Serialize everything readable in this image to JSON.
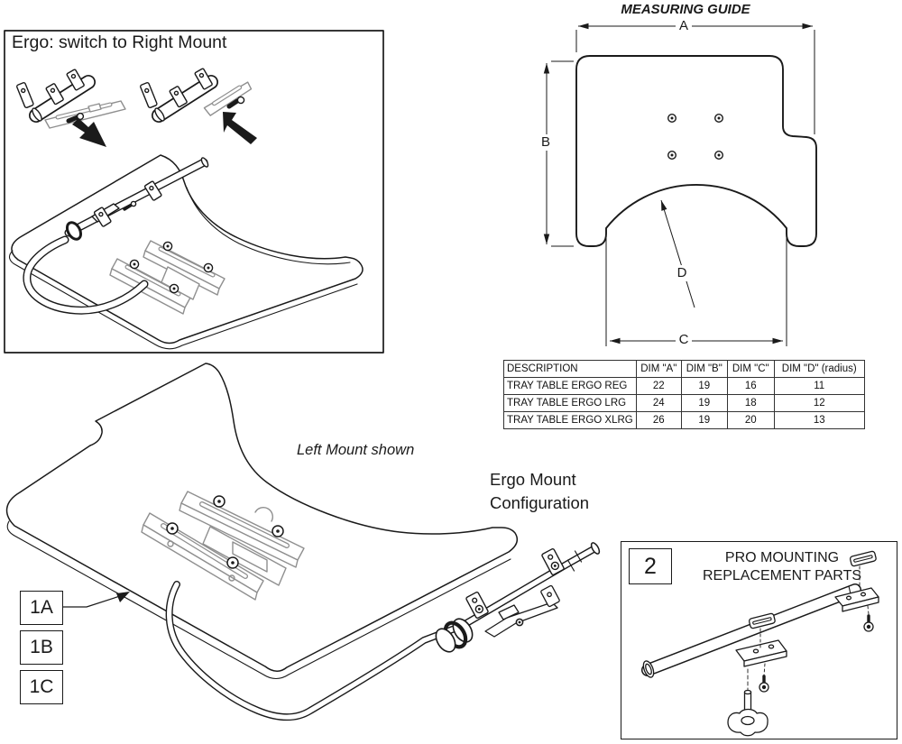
{
  "inset": {
    "title": "Ergo: switch to Right Mount"
  },
  "guide": {
    "title": "MEASURING GUIDE",
    "labels": {
      "a": "A",
      "b": "B",
      "c": "C",
      "d": "D"
    }
  },
  "table": {
    "headers": [
      "DESCRIPTION",
      "DIM \"A\"",
      "DIM \"B\"",
      "DIM \"C\"",
      "DIM \"D\" (radius)"
    ],
    "rows": [
      {
        "name": "TRAY TABLE ERGO REG",
        "a": "22",
        "b": "19",
        "c": "16",
        "d": "11"
      },
      {
        "name": "TRAY TABLE ERGO LRG",
        "a": "24",
        "b": "19",
        "c": "18",
        "d": "12"
      },
      {
        "name": "TRAY TABLE ERGO XLRG",
        "a": "26",
        "b": "19",
        "c": "20",
        "d": "13"
      }
    ]
  },
  "main": {
    "caption": "Left Mount shown",
    "config_line1": "Ergo Mount",
    "config_line2": "Configuration",
    "callouts": [
      "1A",
      "1B",
      "1C"
    ]
  },
  "parts_box": {
    "number": "2",
    "title_line1": "PRO MOUNTING",
    "title_line2": "REPLACEMENT PARTS"
  },
  "colors": {
    "line": "#1a1a1a",
    "gray_part": "#8f8f8f",
    "background": "#ffffff"
  }
}
